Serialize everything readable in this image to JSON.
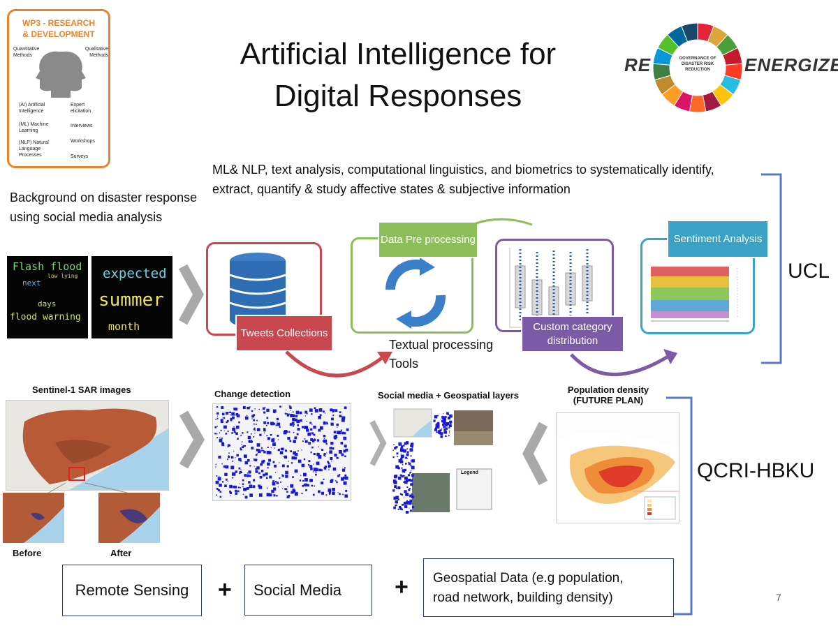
{
  "header": {
    "title_line1": "Artificial Intelligence for",
    "title_line2": "Digital Responses",
    "page_number": "7"
  },
  "wp3_logo": {
    "title_line1": "WP3 - RESEARCH",
    "title_line2": "& DEVELOPMENT",
    "left_heading": "Quantitative Methods",
    "right_heading": "Qualitative Methods",
    "left_items": [
      "(AI) Artificial Intelligence",
      "(ML) Machine Learning",
      "(NLP) Natural Language Processes"
    ],
    "right_items": [
      "Expert elicitation",
      "Interviews",
      "Workshops",
      "Surveys"
    ]
  },
  "reenergize_logo": {
    "left_text": "RE",
    "right_text": "ENERGIZE",
    "center_text": "GOVERNANCE OF DISASTER RISK REDUCTION",
    "colors": [
      "#e5243b",
      "#dda63a",
      "#4c9f38",
      "#c5192d",
      "#ff3a21",
      "#26bde2",
      "#fcc30b",
      "#a21942",
      "#fd6925",
      "#dd1367",
      "#fd9d24",
      "#bf8b2e",
      "#3f7e44",
      "#0a97d9",
      "#56c02b",
      "#00689d",
      "#19486a"
    ]
  },
  "intro": {
    "background_text": "Background on disaster response using social media analysis",
    "ml_text": "ML& NLP, text analysis, computational linguistics, and biometrics to systematically identify, extract, quantify & study affective states & subjective information"
  },
  "wordcloud": {
    "words": [
      "Flash flood",
      "expected",
      "next",
      "low lying",
      "summer",
      "days",
      "flood warning",
      "month"
    ]
  },
  "pipeline": {
    "tweets_label": "Tweets Collections",
    "preprocess_label": "Data Pre processing",
    "textual_label": "Textual processing Tools",
    "custom_label": "Custom category distribution",
    "sentiment_label": "Sentiment Analysis",
    "colors": {
      "tweets": "#c9484f",
      "preprocess": "#8cbf5a",
      "custom": "#7b5aa6",
      "sentiment": "#3aa3c5",
      "db": "#2e6db3"
    }
  },
  "groups": {
    "ucl": "UCL",
    "qcri": "QCRI-HBKU"
  },
  "maps": {
    "sentinel_caption": "Sentinel-1 SAR images",
    "change_caption": "Change detection",
    "social_caption": "Social media + Geospatial layers",
    "population_caption_line1": "Population density",
    "population_caption_line2": "(FUTURE PLAN)",
    "before_label": "Before",
    "after_label": "After",
    "legend_title": "Legend"
  },
  "bottom": {
    "remote_sensing": "Remote Sensing",
    "social_media": "Social Media",
    "geospatial_line1": "Geospatial Data (e.g population,",
    "geospatial_line2": "road network, building density)",
    "plus": "+"
  }
}
